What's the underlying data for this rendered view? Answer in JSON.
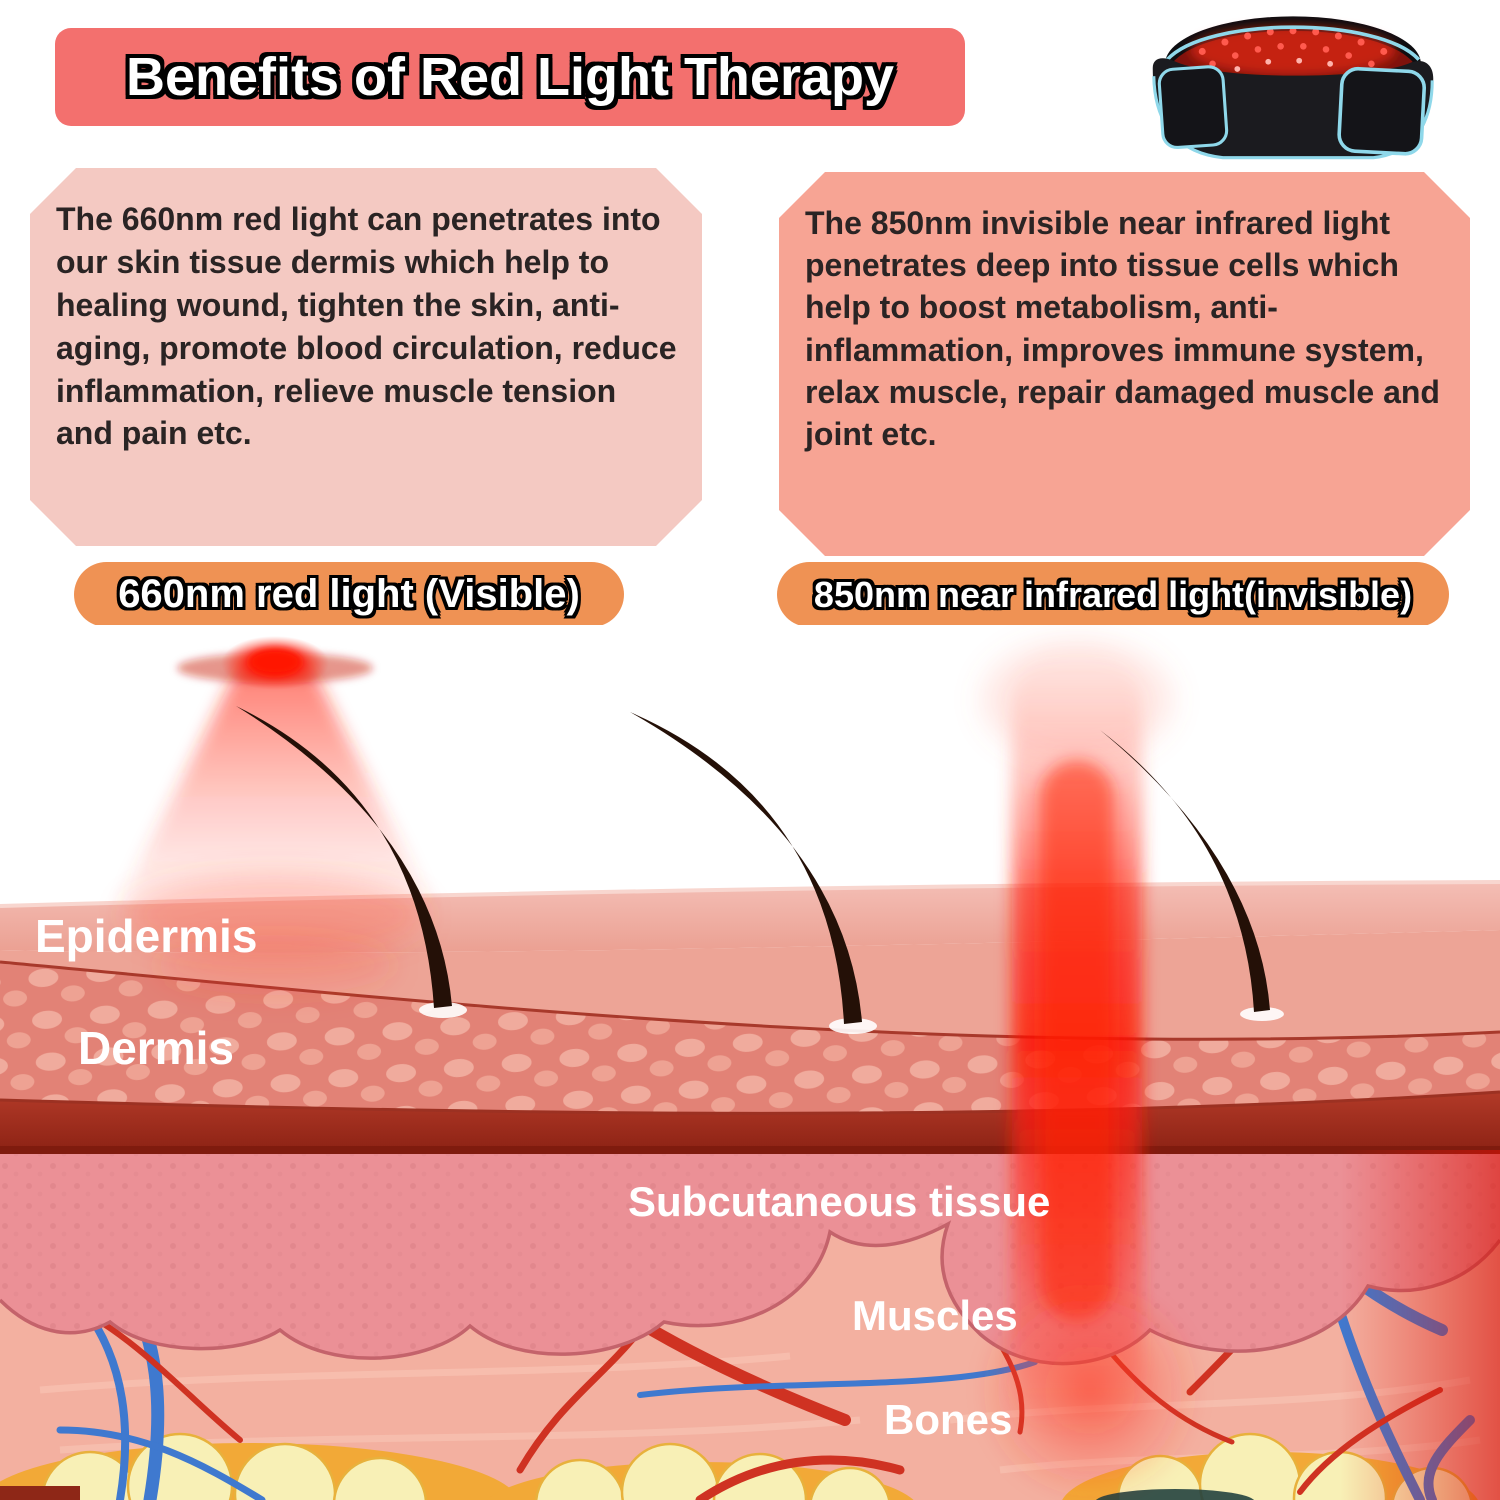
{
  "title": {
    "text": "Benefits of Red Light Therapy",
    "banner_color": "#f3706e"
  },
  "product_image": {
    "label": "red light therapy belt",
    "body_color": "#1b1b1f",
    "trim_color": "#8fd8ea",
    "led_color": "#ff5a4e"
  },
  "info_boxes": {
    "left": {
      "bg_color": "#f4c9c2",
      "text": "The 660nm red light can penetrates into our skin tissue dermis which help to healing wound, tighten the skin, anti-aging, promote blood circulation, reduce inflammation, relieve muscle tension and pain etc."
    },
    "right": {
      "bg_color": "#f7a494",
      "text": "The 850nm invisible near infrared light penetrates deep into tissue cells which help to boost metabolism, anti-inflammation,  improves immune system, relax muscle, repair damaged muscle and joint etc."
    }
  },
  "wavelength_pills": {
    "left": {
      "text": "660nm red light (Visible)",
      "bg_color": "#ef9254"
    },
    "right": {
      "text": "850nm near infrared light(invisible)",
      "bg_color": "#ef9254"
    }
  },
  "anatomy_labels": {
    "epidermis": "Epidermis",
    "dermis": "Dermis",
    "subcutaneous": "Subcutaneous tissue",
    "muscles": "Muscles",
    "bones": "Bones"
  },
  "colors": {
    "beam_red": "#ff2714",
    "skin_surface": "#f2b7ae",
    "dermis_band": "#e2857a",
    "deep_dermis": "#a02c1c",
    "subcutaneous": "#eb9096",
    "muscle": "#f3b0a0",
    "fat_yellow": "#f8f0b6",
    "vessel_red": "#cf3222",
    "vessel_blue": "#3f79cf"
  }
}
